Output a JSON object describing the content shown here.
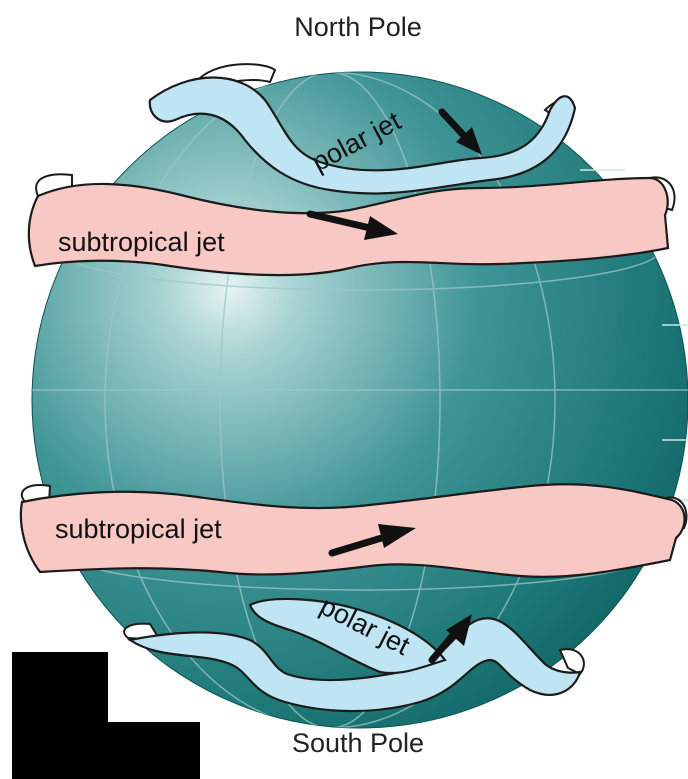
{
  "labels": {
    "north_pole": "North Pole",
    "south_pole": "South Pole",
    "jets": {
      "polar_north": "polar jet",
      "subtropical_north": "subtropical jet",
      "subtropical_south": "subtropical jet",
      "polar_south": "polar jet"
    }
  },
  "colors": {
    "globe": "#1f7f80",
    "globe_highlight": "#e6f3f3",
    "polar_jet": "#bfe4f3",
    "subtropical_jet": "#f8c9c4",
    "ribbon_back": "#ffffff",
    "outline": "#1b1b1b",
    "arrow": "#111111"
  }
}
